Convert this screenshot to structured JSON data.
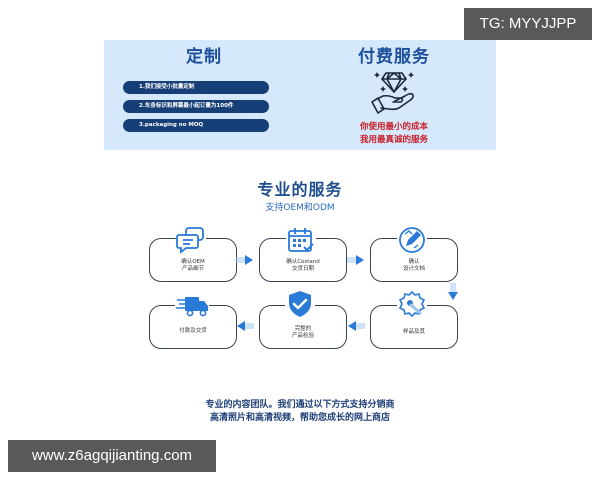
{
  "banner": {
    "left": {
      "title": "定制",
      "items": [
        "1.我们接受小批量定制",
        "2.车身标识和屏幕最小起订量为100件",
        "3.packaging no MOQ"
      ]
    },
    "right": {
      "title": "付费服务",
      "icon": "diamond-in-hand-icon",
      "lines": [
        "你使用最小的成本",
        "我用最真诚的服务"
      ]
    }
  },
  "watermarks": {
    "tg": "TG: MYYJJPP",
    "site": "www.z6agqijianting.com"
  },
  "services": {
    "title": "专业的服务",
    "subtitle": "支持OEM和ODM",
    "steps": [
      {
        "icon": "chat-icon",
        "line1": "确认OEM",
        "line2": "产品细节"
      },
      {
        "icon": "calendar-icon",
        "line1": "确认Costand",
        "line2": "交货日期"
      },
      {
        "icon": "design-pencil-icon",
        "line1": "确认",
        "line2": "设计文档"
      },
      {
        "icon": "gear-wrench-icon",
        "line1": "样品及其",
        "line2": ""
      },
      {
        "icon": "shield-check-icon",
        "line1": "完整的",
        "line2": "产品检验"
      },
      {
        "icon": "delivery-truck-icon",
        "line1": "付款及交货",
        "line2": ""
      }
    ]
  },
  "footer": {
    "line1": "专业的内容团队。我们通过以下方式支持分销商",
    "line2": "高清照片和高清视频，帮助您成长的网上商店"
  },
  "colors": {
    "banner_bg": "#d6e8fb",
    "navy": "#163f78",
    "title_blue": "#1d4f9c",
    "accent_blue": "#2a7ad8",
    "red": "#c8202a",
    "watermark_bg": "#595959"
  }
}
